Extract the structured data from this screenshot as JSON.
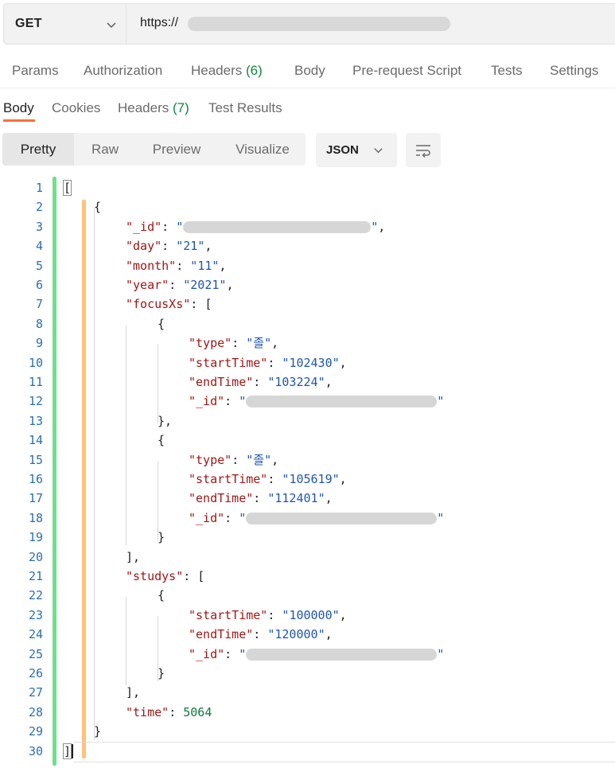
{
  "request": {
    "method": "GET",
    "url_visible": "https://"
  },
  "request_tabs": [
    {
      "label": "Params"
    },
    {
      "label": "Authorization"
    },
    {
      "label": "Headers",
      "count": "(6)"
    },
    {
      "label": "Body"
    },
    {
      "label": "Pre-request Script"
    },
    {
      "label": "Tests"
    },
    {
      "label": "Settings"
    }
  ],
  "response_tabs": [
    {
      "label": "Body",
      "active": true
    },
    {
      "label": "Cookies"
    },
    {
      "label": "Headers",
      "count": "(7)"
    },
    {
      "label": "Test Results"
    }
  ],
  "view_modes": [
    "Pretty",
    "Raw",
    "Preview",
    "Visualize"
  ],
  "active_view": "Pretty",
  "format": "JSON",
  "icons": {
    "method_dropdown": "chevron-down-icon",
    "format_dropdown": "chevron-down-icon",
    "wrap": "wrap-lines-icon"
  },
  "colors": {
    "accent": "#ff6c37",
    "count": "#0c8a3e",
    "key": "#a31515",
    "string": "#1f55b0",
    "number": "#0b7a3b",
    "line_number": "#2a6fb0",
    "fold_outer": "#6fe08a",
    "fold_inner": "#ffc27a"
  },
  "line_numbers": [
    "1",
    "2",
    "3",
    "4",
    "5",
    "6",
    "7",
    "8",
    "9",
    "10",
    "11",
    "12",
    "13",
    "14",
    "15",
    "16",
    "17",
    "18",
    "19",
    "20",
    "21",
    "22",
    "23",
    "24",
    "25",
    "26",
    "27",
    "28",
    "29",
    "30"
  ],
  "response_json": {
    "day": "21",
    "month": "11",
    "year": "2021",
    "focus_type_1": "졸",
    "focus_start_1": "102430",
    "focus_end_1": "103224",
    "focus_type_2": "졸",
    "focus_start_2": "105619",
    "focus_end_2": "112401",
    "study_start": "100000",
    "study_end": "120000",
    "time": "5064"
  },
  "keys": {
    "id": "\"_id\"",
    "day": "\"day\"",
    "month": "\"month\"",
    "year": "\"year\"",
    "focusXs": "\"focusXs\"",
    "type": "\"type\"",
    "startTime": "\"startTime\"",
    "endTime": "\"endTime\"",
    "studys": "\"studys\"",
    "time": "\"time\""
  }
}
